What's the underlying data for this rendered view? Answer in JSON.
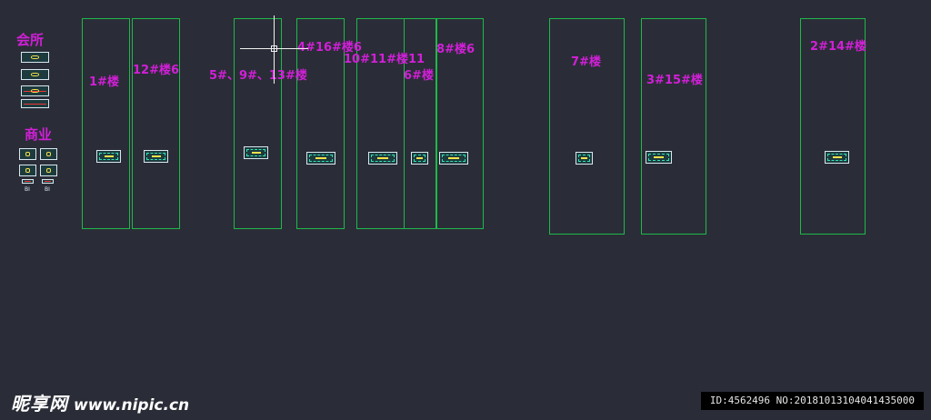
{
  "left_panel": {
    "clubhouse_label": "会所",
    "commercial_label": "商业",
    "commercial_tiny_a": "BI",
    "commercial_tiny_b": "BI"
  },
  "buildings": [
    {
      "label": "1#楼"
    },
    {
      "label": "12#楼6"
    },
    {
      "label": "5#、9#、13#楼"
    },
    {
      "label": "4#16#楼6"
    },
    {
      "label": "10#11#楼11"
    },
    {
      "label": "6#楼"
    },
    {
      "label": "8#楼6"
    },
    {
      "label": "7#楼"
    },
    {
      "label": "3#15#楼"
    },
    {
      "label": "2#14#楼"
    }
  ],
  "watermark": {
    "brand": "昵享网",
    "url": "www.nipic.cn"
  },
  "id_bar": {
    "text": "ID:4562496 NO:20181013104041435000"
  },
  "colors": {
    "background": "#2a2d37",
    "frame": "#1fb84a",
    "label": "#d21fd8",
    "thumb_border": "#d9e6f0",
    "thumb_accent": "#f2e24a"
  }
}
